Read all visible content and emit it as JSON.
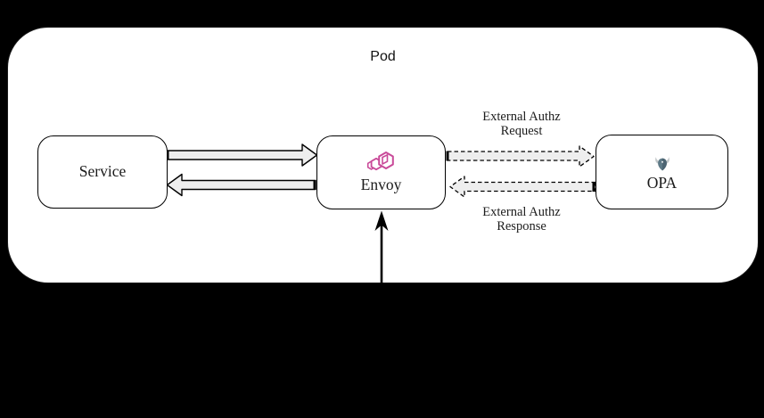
{
  "pod": {
    "label": "Pod"
  },
  "nodes": {
    "service": {
      "label": "Service"
    },
    "envoy": {
      "label": "Envoy",
      "icon": "envoy-hexagons-icon"
    },
    "opa": {
      "label": "OPA",
      "icon": "opa-helmet-icon"
    }
  },
  "edge_labels": {
    "request": "External Authz\nRequest",
    "response": "External Authz\nResponse"
  },
  "edges": {
    "service_envoy_top": {
      "from": "Service",
      "to": "Envoy",
      "style": "solid block arrow"
    },
    "envoy_service_bottom": {
      "from": "Envoy",
      "to": "Service",
      "style": "solid block arrow"
    },
    "envoy_opa_request": {
      "from": "Envoy",
      "to": "OPA",
      "style": "dashed block arrow"
    },
    "opa_envoy_response": {
      "from": "OPA",
      "to": "Envoy",
      "style": "dashed block arrow"
    },
    "ingress_up_arrow": {
      "from": "below pod",
      "to": "Envoy",
      "style": "thin solid arrow"
    }
  },
  "colors": {
    "canvas_bg": "#000000",
    "pod_fill": "#ffffff",
    "node_border": "#000000",
    "arrow_fill": "#eeeeee",
    "envoy_pink": "#c94a99",
    "opa_helmet_light": "#5e7a87",
    "opa_helmet_dark": "#4c6472",
    "opa_horn": "#c2c7c9"
  }
}
